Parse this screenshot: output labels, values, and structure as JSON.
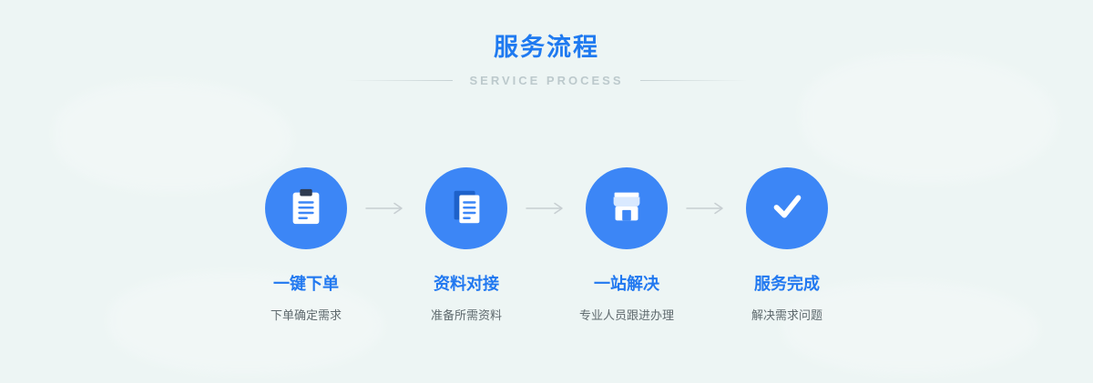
{
  "header": {
    "title": "服务流程",
    "subtitle": "SERVICE PROCESS"
  },
  "steps": [
    {
      "title": "一键下单",
      "desc": "下单确定需求",
      "icon": "clipboard-icon"
    },
    {
      "title": "资料对接",
      "desc": "准备所需资料",
      "icon": "document-icon"
    },
    {
      "title": "一站解决",
      "desc": "专业人员跟进办理",
      "icon": "storefront-icon"
    },
    {
      "title": "服务完成",
      "desc": "解决需求问题",
      "icon": "checkmark-icon"
    }
  ],
  "colors": {
    "background": "#edf5f4",
    "accent_blue": "#1f7af0",
    "circle_blue": "#3c86f6",
    "subtitle_gray": "#bcc9cc",
    "desc_gray": "#5f6a6e",
    "arrow_gray": "#c7ced1"
  }
}
